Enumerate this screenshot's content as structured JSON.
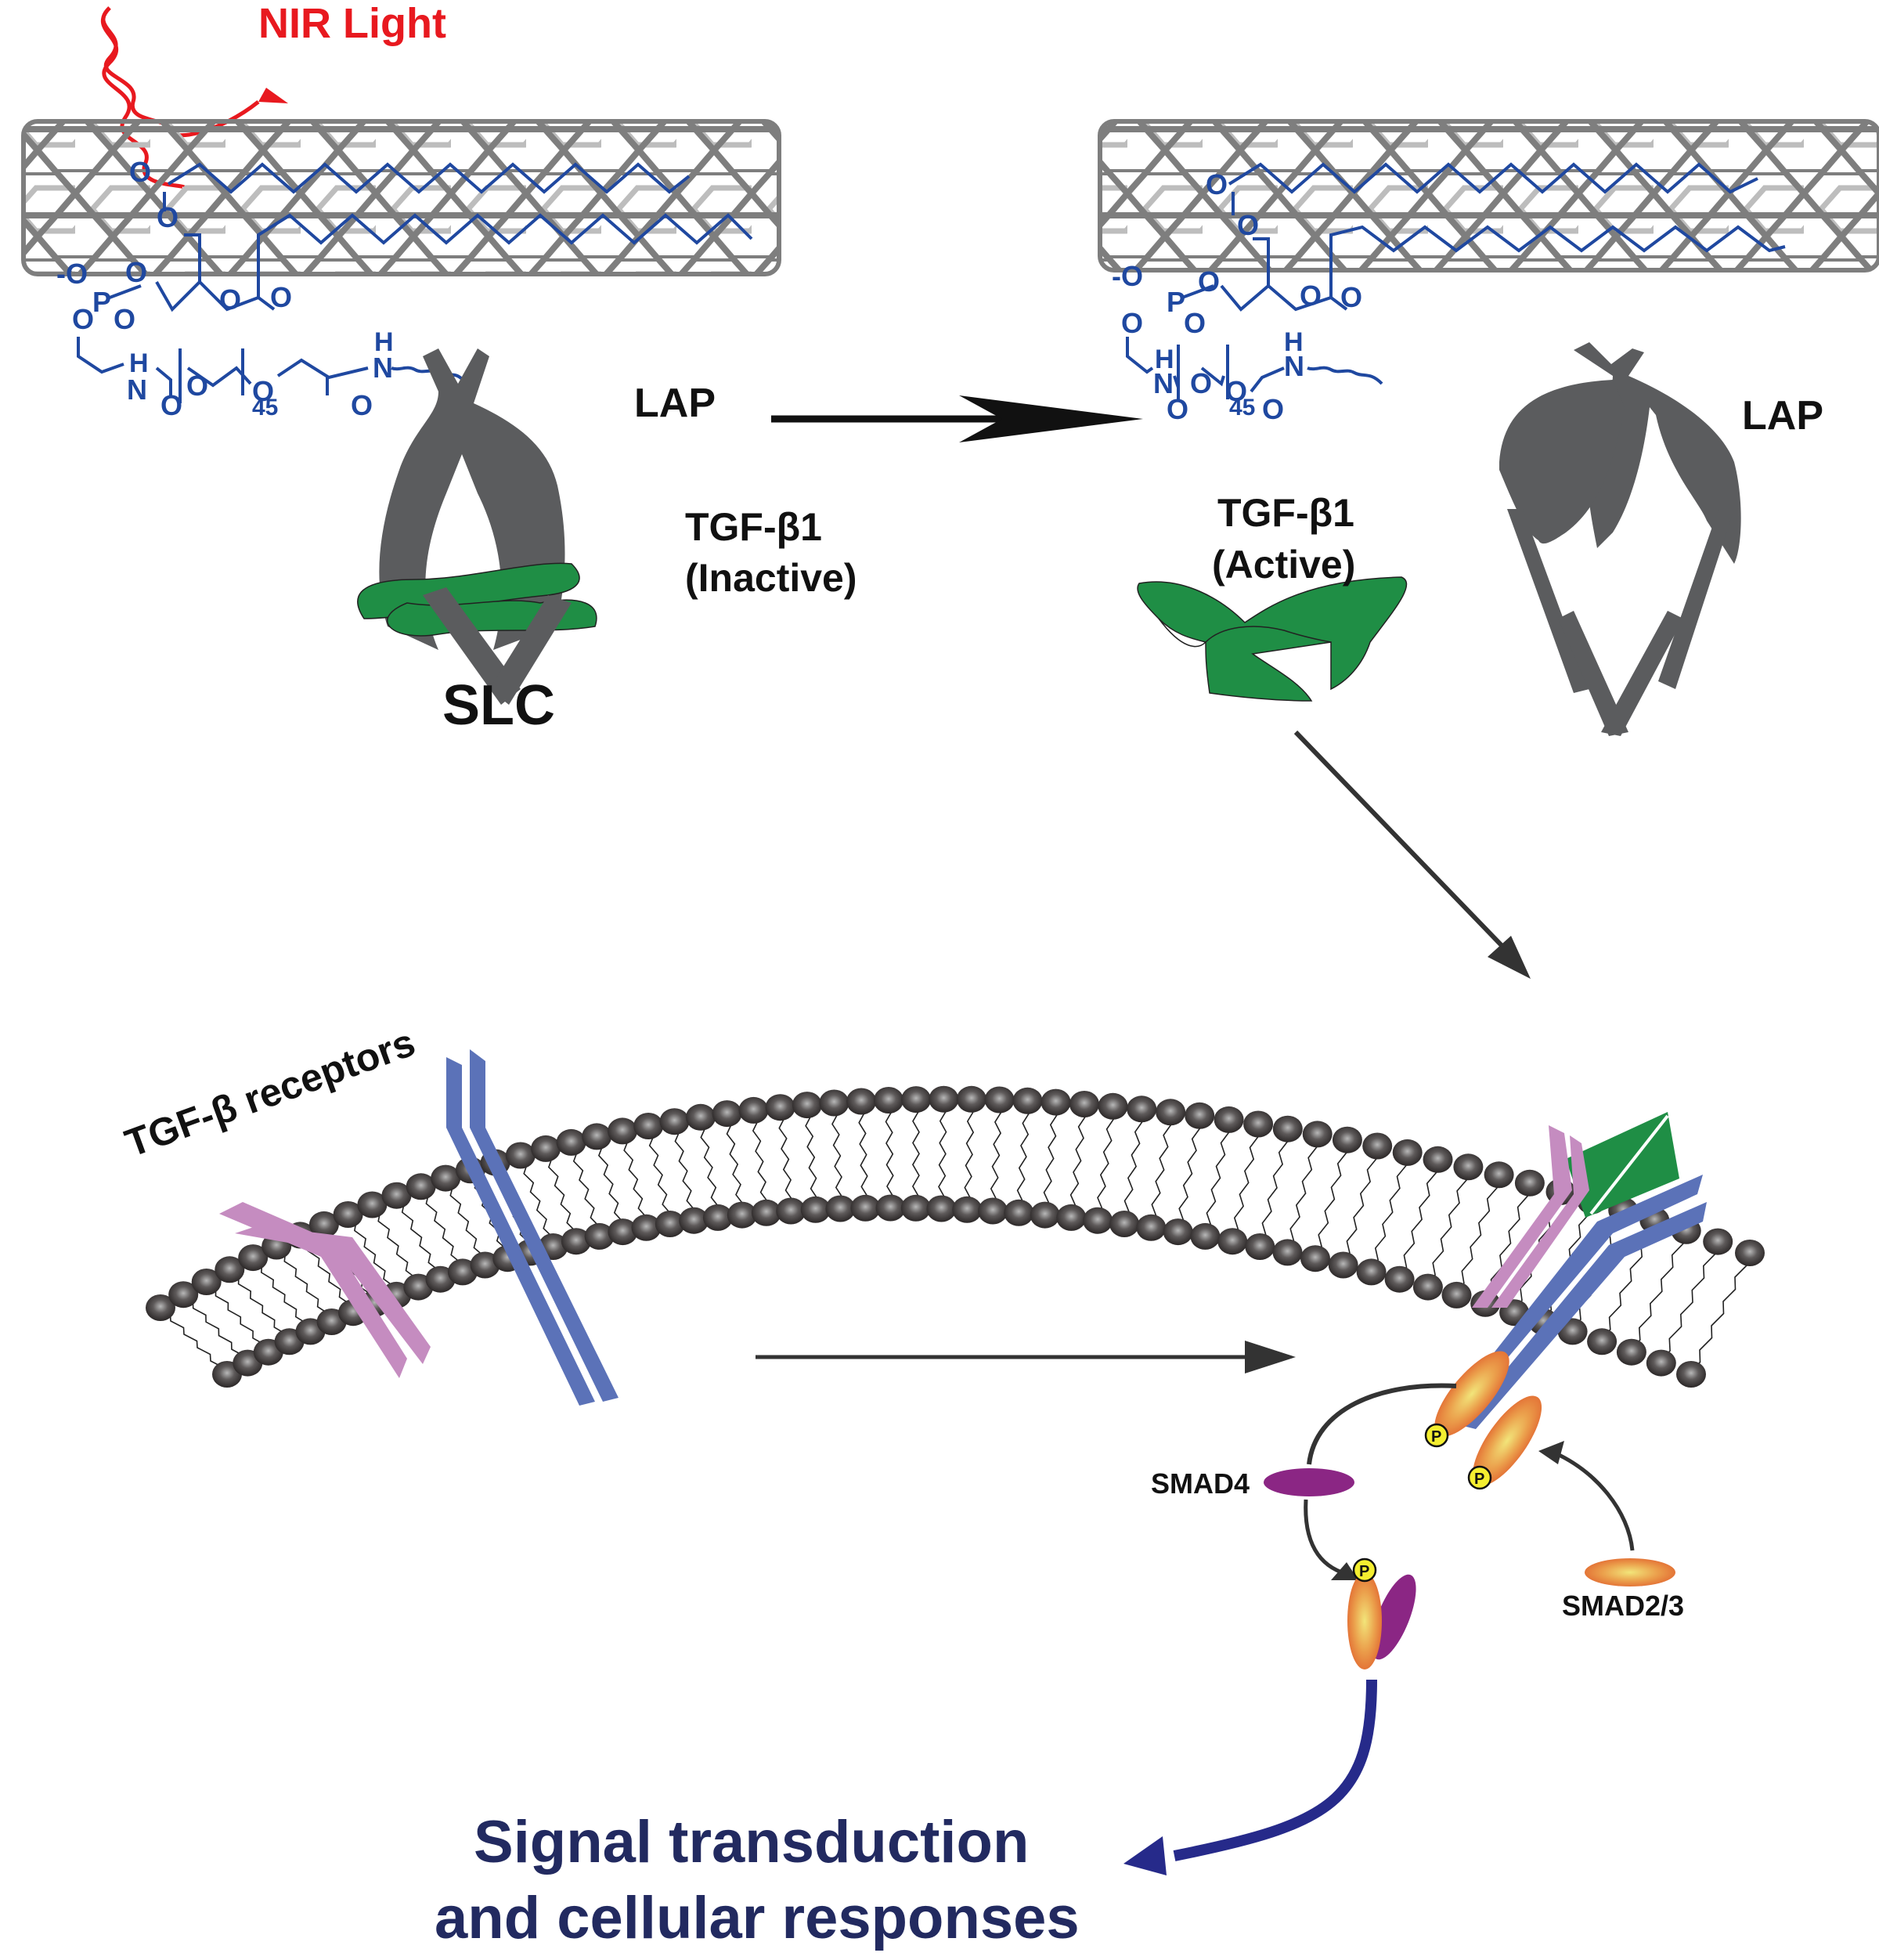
{
  "figure": {
    "light_label": "NIR Light",
    "colors": {
      "nir_red": "#e8191f",
      "chem_blue": "#1f48a0",
      "protein_gray": "#5b5c5e",
      "tgf_green": "#1f8e45",
      "receptor_pink": "#c58cc0",
      "receptor_blue": "#5b72b8",
      "smad4_purple": "#8b2684",
      "smad23_orange": "#e8723a",
      "phospho_yellow": "#f4ee30",
      "signal_navy": "#262a8a",
      "arrow_dark": "#333333",
      "nanotube_gray": "#8c8c8c"
    },
    "left_panel": {
      "lap_label": "LAP",
      "tgf_label": "TGF-β1",
      "tgf_state": "(Inactive)",
      "slc_label": "SLC"
    },
    "right_panel": {
      "lap_label": "LAP",
      "tgf_label": "TGF-β1",
      "tgf_state": "(Active)"
    },
    "chemistry": {
      "carbonyl_o": "O",
      "ester_o": "O",
      "phosphate_p": "P",
      "phosphate_o_minus": "-O",
      "nitrogen": "N",
      "hydrogen": "H",
      "peg_repeat": "45"
    },
    "membrane": {
      "receptors_label": "TGF-β receptors"
    },
    "pathway": {
      "smad4_label": "SMAD4",
      "smad23_label": "SMAD2/3",
      "phospho_label": "P",
      "outcome_line1": "Signal transduction",
      "outcome_line2": "and cellular responses"
    }
  }
}
